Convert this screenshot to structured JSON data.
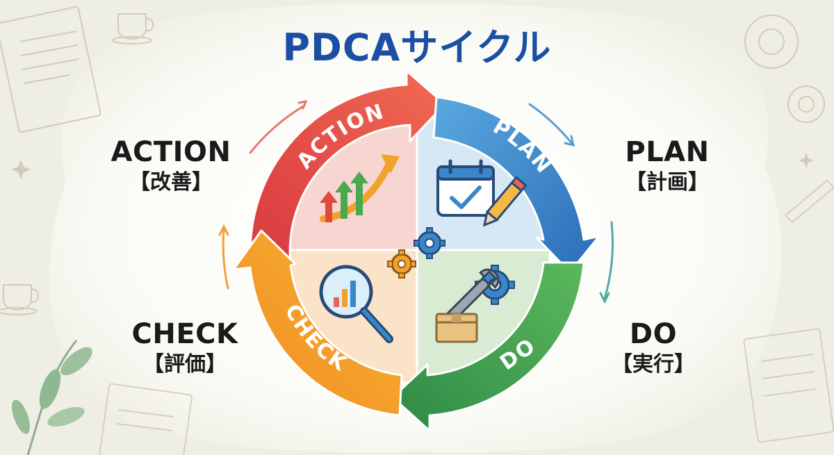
{
  "title": "PDCAサイクル",
  "phases": {
    "action": {
      "en": "ACTION",
      "jp": "【改善】",
      "arrow_label": "ACTION",
      "color": "#e8534a"
    },
    "plan": {
      "en": "PLAN",
      "jp": "【計画】",
      "arrow_label": "PLAN",
      "color": "#3a86c8"
    },
    "do": {
      "en": "DO",
      "jp": "【実行】",
      "arrow_label": "DO",
      "color": "#4aa84e"
    },
    "check": {
      "en": "CHECK",
      "jp": "【評価】",
      "arrow_label": "CHECK",
      "color": "#f0962a"
    }
  },
  "quadrant_icons": {
    "action": "rising-arrows-chart-icon",
    "plan": "calendar-check-pencil-icon",
    "do": "wrench-gear-box-icon",
    "check": "magnifier-bar-chart-icon",
    "center": "gears-icon"
  }
}
